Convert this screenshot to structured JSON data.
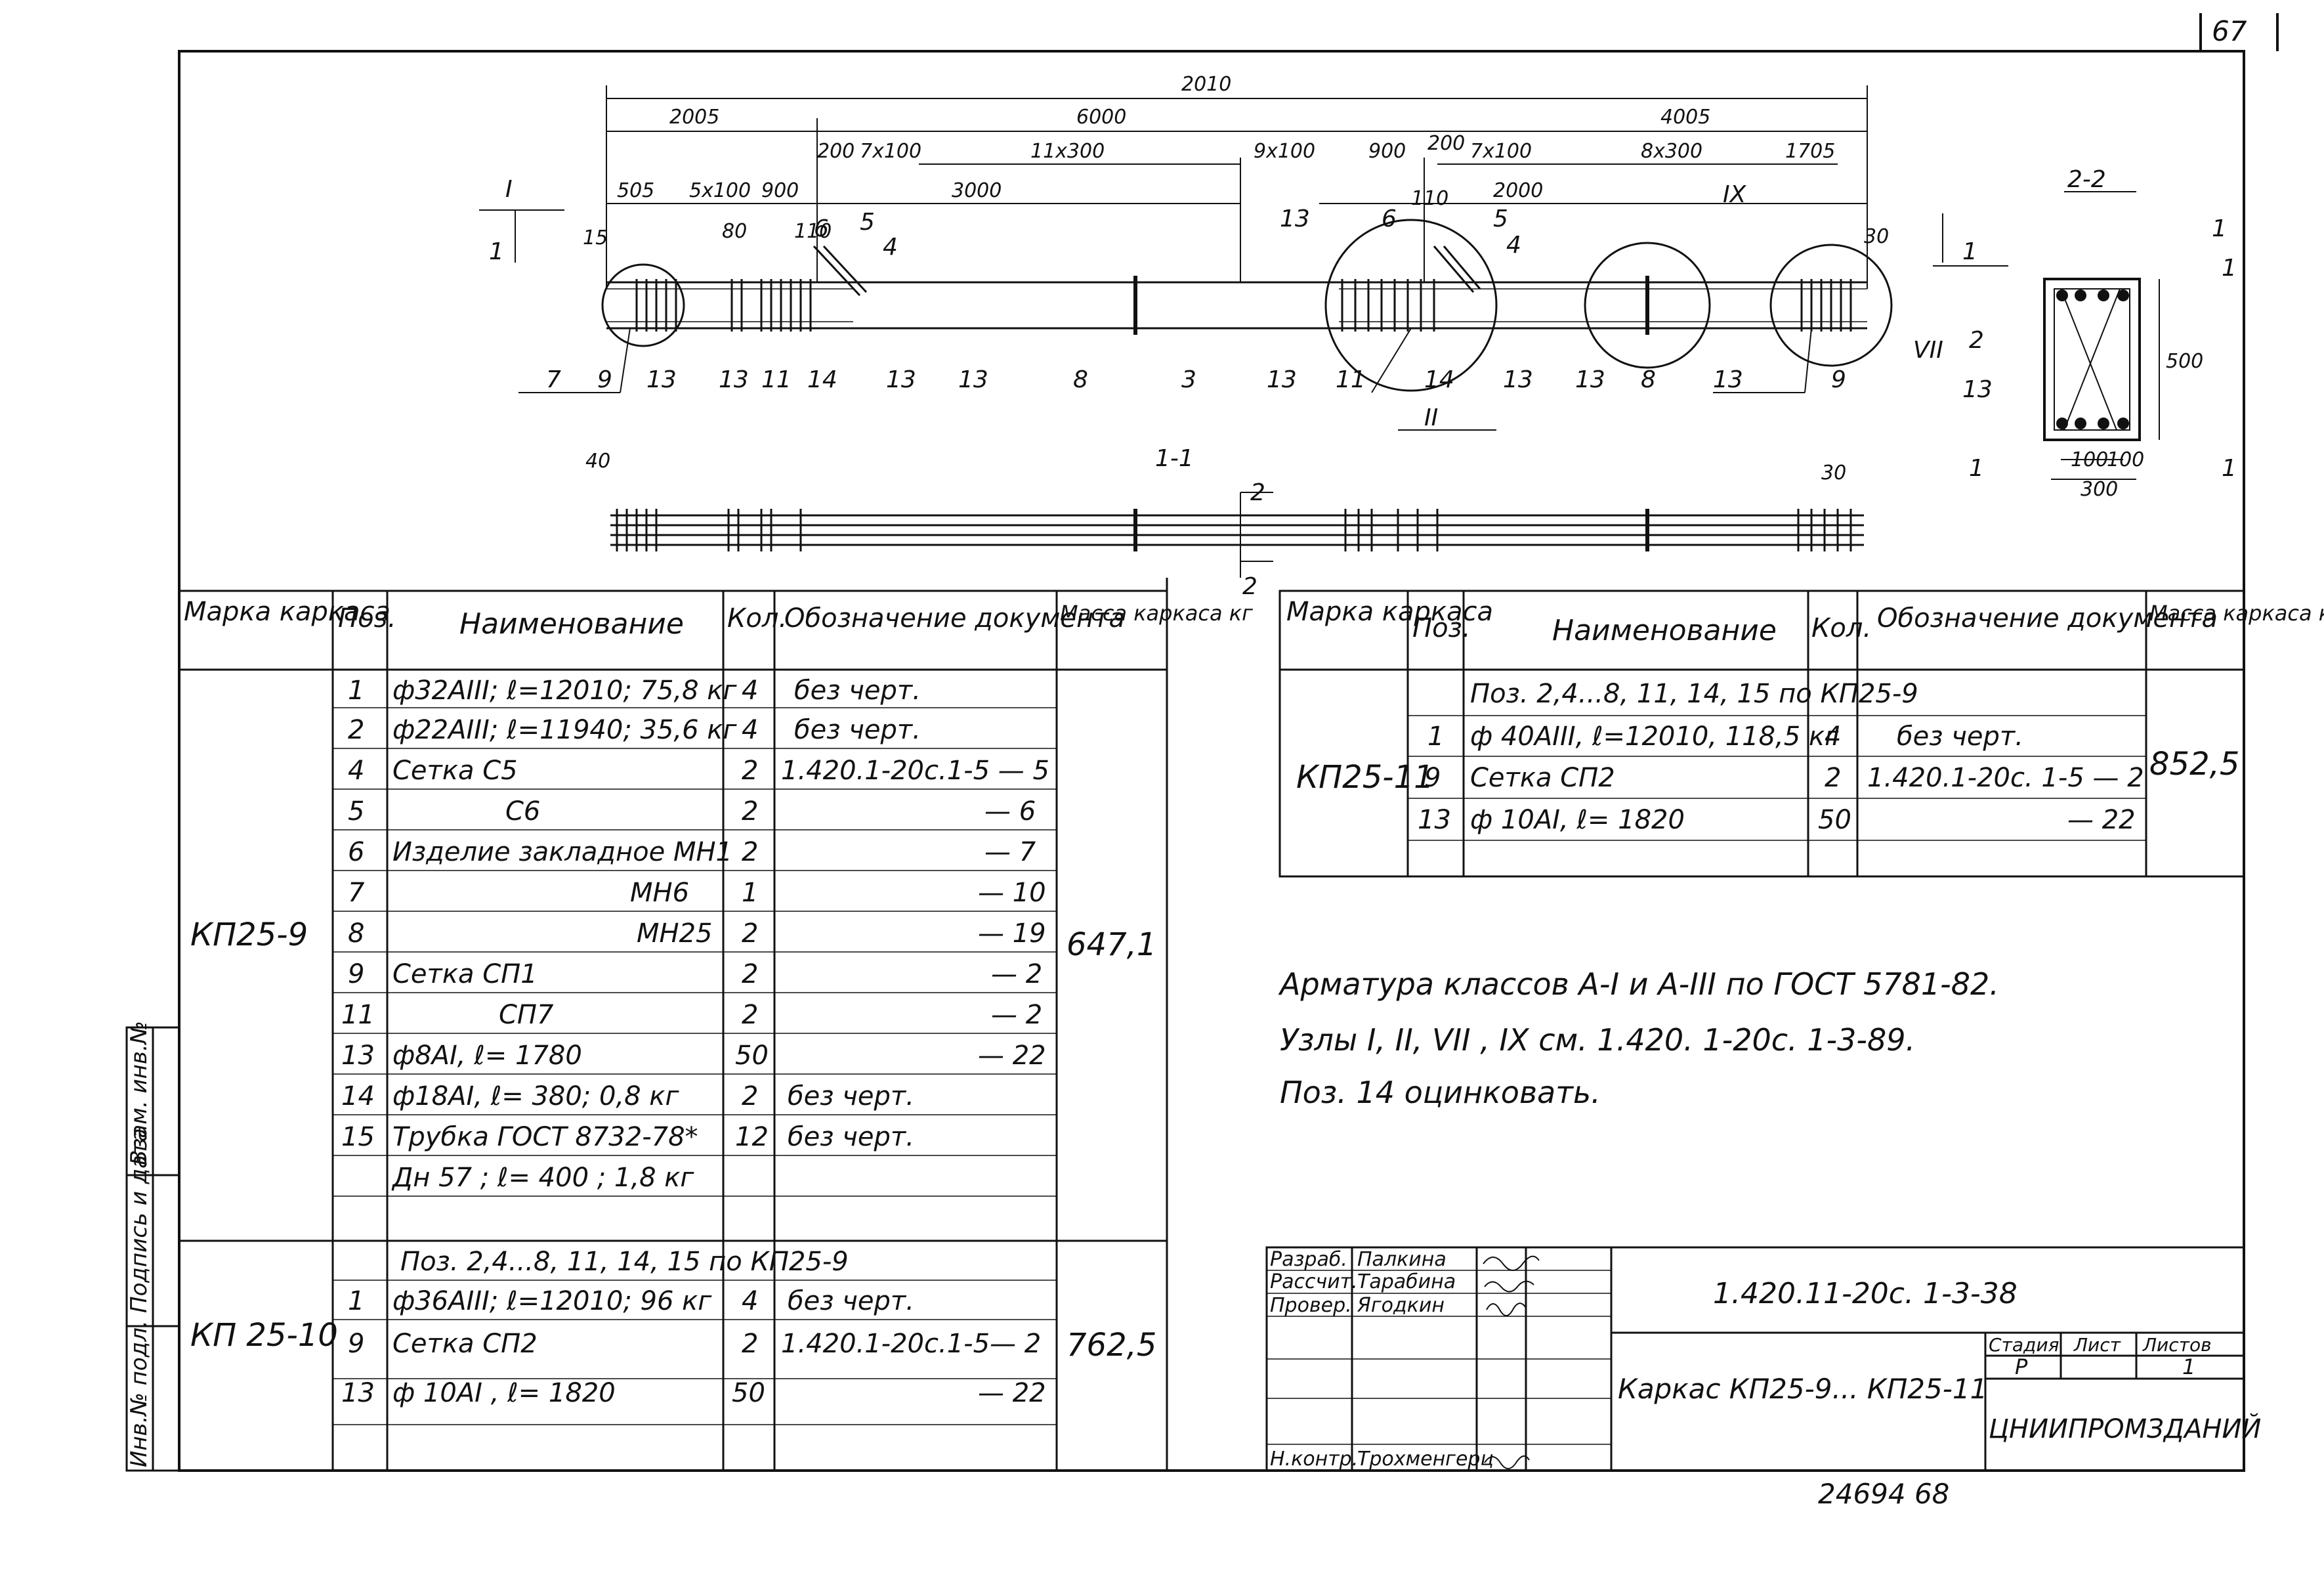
{
  "sheet": {
    "page_number": "67",
    "bottom_number": "24694  68"
  },
  "drawing": {
    "dims": {
      "total": "2010",
      "left": "2005",
      "middle": "6000",
      "right": "4005",
      "d505": "505",
      "d5x100": "5x100",
      "d900a": "900",
      "d200a": "200",
      "d7x100a": "7x100",
      "d11x300": "11x300",
      "d3000": "3000",
      "d9x100": "9x100",
      "d900b": "900",
      "d200b": "200",
      "d7x100b": "7x100",
      "d8x300": "8x300",
      "d2000": "2000",
      "d1705": "1705",
      "d15": "15",
      "d80": "80",
      "d110a": "110",
      "d110b": "110",
      "d30": "30",
      "d40": "40",
      "d30b": "30"
    },
    "node_labels": {
      "n1": "I",
      "n2": "II",
      "n7": "VII",
      "n9": "IX"
    },
    "section_marks": {
      "s1_left": "1",
      "s1_right": "1",
      "s11": "1-1",
      "s2_top": "2",
      "s2_bottom": "2"
    },
    "positions": [
      "7",
      "9",
      "13",
      "13",
      "11",
      "14",
      "13",
      "13",
      "8",
      "3",
      "13",
      "11",
      "14",
      "13",
      "13",
      "8",
      "13",
      "9"
    ],
    "top_positions": {
      "p6a": "6",
      "p5a": "5",
      "p4a": "4",
      "p13a": "13",
      "p6b": "6",
      "p5b": "5",
      "p4b": "4"
    },
    "section22": {
      "title": "2-2",
      "height": "500",
      "w100a": "100",
      "w100b": "100",
      "w300": "300",
      "c1a": "1",
      "c2": "2",
      "c13": "13",
      "c1b": "1",
      "c1c": "1",
      "c1d": "1"
    }
  },
  "spec_left": {
    "headers": {
      "mark": "Марка каркаса",
      "pos": "Поз.",
      "name": "Наименование",
      "qty": "Кол.",
      "doc": "Обозначение документа",
      "mass": "Масса каркаса кг"
    },
    "groups": [
      {
        "mark": "КП25-9",
        "mass": "647,1",
        "rows": [
          {
            "pos": "1",
            "name": "ф32АIII; ℓ=12010; 75,8 кг",
            "qty": "4",
            "doc": "без черт."
          },
          {
            "pos": "2",
            "name": "ф22АIII; ℓ=11940; 35,6 кг",
            "qty": "4",
            "doc": "без черт."
          },
          {
            "pos": "4",
            "name": "Сетка  С5",
            "qty": "2",
            "doc": "1.420.1-20с.1-5 — 5"
          },
          {
            "pos": "5",
            "name": "С6",
            "qty": "2",
            "doc": "— 6"
          },
          {
            "pos": "6",
            "name": "Изделие закладное  МН1",
            "qty": "2",
            "doc": "— 7"
          },
          {
            "pos": "7",
            "name": "МН6",
            "qty": "1",
            "doc": "— 10"
          },
          {
            "pos": "8",
            "name": "МН25",
            "qty": "2",
            "doc": "— 19"
          },
          {
            "pos": "9",
            "name": "Сетка  СП1",
            "qty": "2",
            "doc": "— 2"
          },
          {
            "pos": "11",
            "name": "СП7",
            "qty": "2",
            "doc": "— 2"
          },
          {
            "pos": "13",
            "name": "ф8АI,  ℓ= 1780",
            "qty": "50",
            "doc": "— 22"
          },
          {
            "pos": "14",
            "name": "ф18АI, ℓ= 380;  0,8 кг",
            "qty": "2",
            "doc": "без черт."
          },
          {
            "pos": "15",
            "name": "Трубка  ГОСТ 8732-78*",
            "qty": "12",
            "doc": "без черт."
          },
          {
            "pos": "",
            "name": "Дн 57 ;  ℓ= 400 ;  1,8 кг",
            "qty": "",
            "doc": ""
          }
        ]
      },
      {
        "mark": "КП 25-10",
        "mass": "762,5",
        "rows": [
          {
            "pos": "",
            "name": "Поз. 2,4...8, 11, 14, 15 по КП25-9",
            "qty": "",
            "doc": ""
          },
          {
            "pos": "1",
            "name": "ф36АIII; ℓ=12010;  96 кг",
            "qty": "4",
            "doc": "без черт."
          },
          {
            "pos": "9",
            "name": "Сетка  СП2",
            "qty": "2",
            "doc": "1.420.1-20с.1-5— 2"
          },
          {
            "pos": "13",
            "name": "ф 10АI ,  ℓ= 1820",
            "qty": "50",
            "doc": "— 22"
          },
          {
            "pos": "",
            "name": "",
            "qty": "",
            "doc": ""
          }
        ]
      }
    ]
  },
  "spec_right": {
    "headers": {
      "mark": "Марка каркаса",
      "pos": "Поз.",
      "name": "Наименование",
      "qty": "Кол.",
      "doc": "Обозначение документа",
      "mass": "Масса каркаса кг"
    },
    "mark": "КП25-11",
    "mass": "852,5",
    "rows": [
      {
        "pos": "",
        "name": "Поз. 2,4...8, 11, 14, 15 по  КП25-9",
        "qty": "",
        "doc": ""
      },
      {
        "pos": "1",
        "name": "ф 40АIII,  ℓ=12010,  118,5 кг",
        "qty": "4",
        "doc": "без черт."
      },
      {
        "pos": "9",
        "name": "Сетка  СП2",
        "qty": "2",
        "doc": "1.420.1-20с. 1-5 — 2"
      },
      {
        "pos": "13",
        "name": "ф 10АI,  ℓ=  1820",
        "qty": "50",
        "doc": "— 22"
      },
      {
        "pos": "",
        "name": "",
        "qty": "",
        "doc": ""
      }
    ]
  },
  "notes": [
    "Арматура   классов  А-I и А-III  по  ГОСТ 5781-82.",
    "Узлы  I, II, VII , IX  см.  1.420. 1-20с. 1-3-89.",
    "Поз.  14  оцинковать."
  ],
  "side_stamp": [
    "Взам. инв.№",
    "Подпись и дата",
    "Инв.№ подл."
  ],
  "title_block": {
    "roles": [
      "Разраб.",
      "Рассчит.",
      "Провер.",
      "",
      "",
      "Н.контр."
    ],
    "names": [
      "Палкина",
      "Тарабина",
      "Ягодкин",
      "",
      "",
      "Трохменгерц"
    ],
    "doc_code": "1.420.11-20с.  1-3-38",
    "object_name": "Каркас КП25-9...  КП25-11",
    "stage_label": "Стадия",
    "sheet_label": "Лист",
    "sheets_label": "Листов",
    "stage": "Р",
    "sheet": "",
    "sheets": "1",
    "org": "ЦНИИПРОМЗДАНИЙ"
  }
}
